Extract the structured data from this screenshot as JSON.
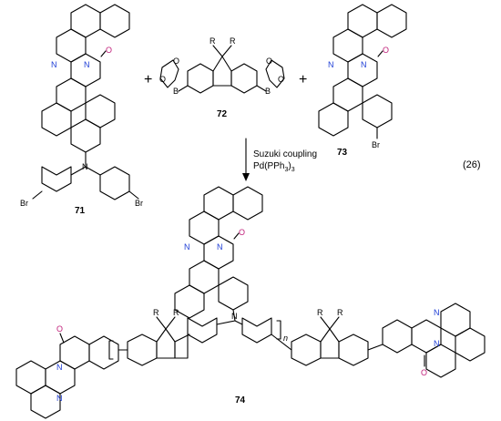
{
  "compounds": {
    "c71": "71",
    "c72": "72",
    "c73": "73",
    "c74": "74"
  },
  "atoms": {
    "N": "N",
    "O": "O",
    "Br": "Br",
    "B": "B",
    "R": "R",
    "n": "n"
  },
  "operators": {
    "plus": "+"
  },
  "reaction": {
    "line1": "Suzuki coupling",
    "line2_main": "Pd(PPh",
    "line2_sub": "3",
    "line2_tail": ")",
    "line2_sub2": "3"
  },
  "equation_number": "(26)",
  "colors": {
    "nitrogen": "#1f3fd6",
    "oxygen": "#c0207a",
    "bond": "#000000"
  }
}
